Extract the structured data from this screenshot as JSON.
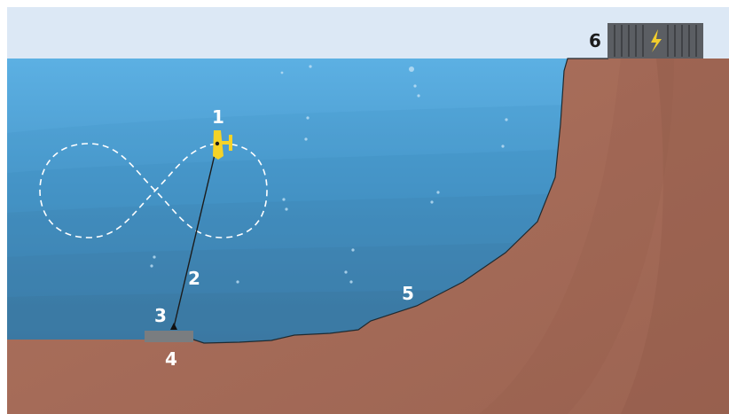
{
  "labels": {
    "kite": "1",
    "tether": "2",
    "anchor_point": "3",
    "foundation": "4",
    "seabed": "5",
    "power_station": "6"
  },
  "colors": {
    "sky": "#dce8f5",
    "water_surface": "#5fb0e2",
    "water_deep": "#3f7fa8",
    "ground": "#a96f5c",
    "ground_shadow": "#8f5a49",
    "kite": "#f5d327",
    "foundation": "#7a7d80",
    "container": "#5b5e63",
    "bolt": "#f2cd2c"
  },
  "icons": {
    "kite": "underwater-kite-icon",
    "power": "lightning-bolt-icon",
    "flight_path": "figure-eight-path"
  }
}
